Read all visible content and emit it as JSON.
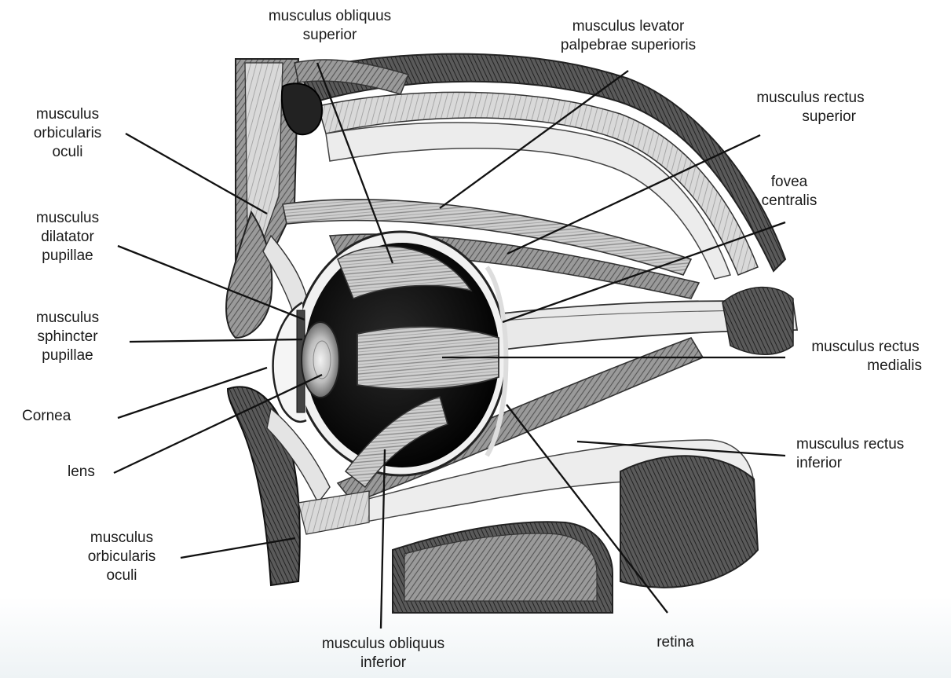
{
  "labels": {
    "obliquus_superior": [
      "musculus obliquus",
      "superior"
    ],
    "levator_palpebrae": [
      "musculus levator",
      "palpebrae superioris"
    ],
    "rectus_superior": [
      "musculus rectus",
      "superior"
    ],
    "orbicularis_upper": [
      "musculus",
      "orbicularis",
      "oculi"
    ],
    "fovea_centralis": [
      "fovea",
      "centralis"
    ],
    "dilatator_pupillae": [
      "musculus",
      "dilatator",
      "pupillae"
    ],
    "sphincter_pupillae": [
      "musculus",
      "sphincter",
      "pupillae"
    ],
    "rectus_medialis": [
      "musculus rectus",
      "medialis"
    ],
    "cornea": [
      "Cornea"
    ],
    "lens": [
      "lens"
    ],
    "rectus_inferior": [
      "musculus rectus",
      "inferior"
    ],
    "orbicularis_lower": [
      "musculus",
      "orbicularis",
      "oculi"
    ],
    "obliquus_inferior": [
      "musculus obliquus",
      "inferior"
    ],
    "retina": [
      "retina"
    ]
  }
}
